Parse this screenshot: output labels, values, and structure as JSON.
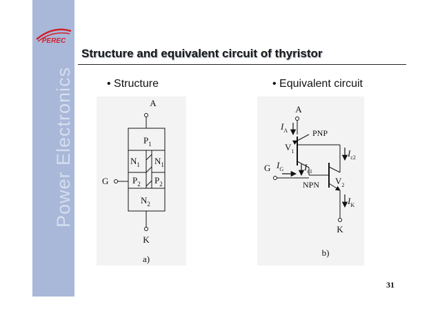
{
  "sidebar": {
    "vertical_text": "Power Electronics",
    "logo_text": "PEREC"
  },
  "slide": {
    "title": "Structure and equivalent circuit of thyristor",
    "page_number": "31"
  },
  "bullets": {
    "left": "• Structure",
    "right": "• Equivalent circuit"
  },
  "structure": {
    "anode": "A",
    "gate": "G",
    "cathode": "K",
    "p1": "P",
    "p1_sub": "1",
    "n1_left": "N",
    "n1_left_sub": "1",
    "n1_right": "N",
    "n1_right_sub": "1",
    "p2_left": "P",
    "p2_left_sub": "2",
    "p2_right": "P",
    "p2_right_sub": "2",
    "n2": "N",
    "n2_sub": "2",
    "caption": "a)"
  },
  "circuit": {
    "anode": "A",
    "cathode": "K",
    "gate": "G",
    "ia": "I",
    "ia_sub": "A",
    "ig": "I",
    "ig_sub": "G",
    "ic1": "I",
    "ic1_sub": "c1",
    "ic2": "I",
    "ic2_sub": "c2",
    "ik": "I",
    "ik_sub": "K",
    "pnp": "PNP",
    "npn": "NPN",
    "v1": "V",
    "v1_sub": "1",
    "v2": "V",
    "v2_sub": "2",
    "caption": "b)"
  },
  "colors": {
    "sidebar": "#a9b8d8",
    "sidebar_text": "#d5deef",
    "logo_red": "#d21f2b",
    "panel": "#f3f3f3"
  }
}
